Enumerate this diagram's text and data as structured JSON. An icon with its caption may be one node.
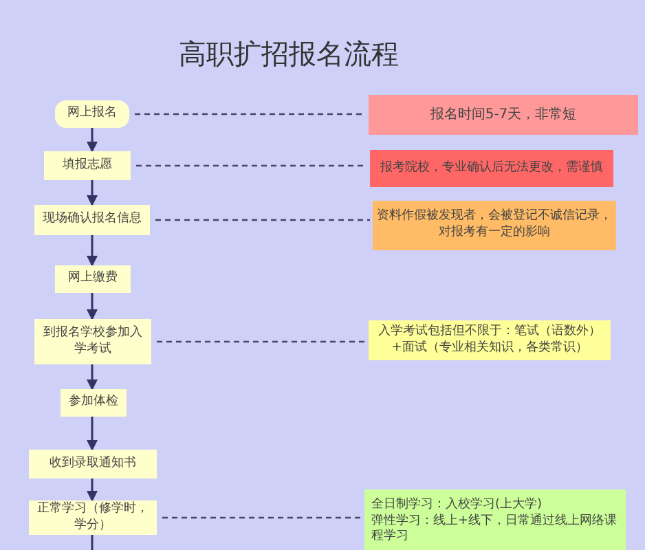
{
  "diagram": {
    "title": "高职扩招报名流程",
    "nodes": [
      {
        "text": [
          "网上报名"
        ]
      },
      {
        "text": [
          "填报志愿"
        ]
      },
      {
        "text": [
          "现场确认报名信息"
        ]
      },
      {
        "text": [
          "网上缴费"
        ]
      },
      {
        "text": [
          "到报名学校参加入学考试"
        ]
      },
      {
        "text": [
          "参加体检"
        ]
      },
      {
        "text": [
          "收到录取通知书"
        ]
      },
      {
        "text": [
          "正常学习（修学时，学分）"
        ]
      },
      {
        "text": [
          "报名时间5-7天，非常短"
        ]
      },
      {
        "text": [
          "报考院校，专业确认后无法更改，需谨慎"
        ]
      },
      {
        "text": [
          "资料作假被发现者，会被登记不诚信记录，对报考有一定的影响"
        ]
      },
      {
        "text": [
          "入学考试包括但不限于：笔试（语数外）+面试（专业相关知识，各类常识）"
        ]
      },
      {
        "text": [
          "全日制学习：入校学习(上大学)",
          "弹性学习：线上+线下，日常通过线上网络课程学习"
        ]
      }
    ],
    "edges": [
      {
        "from": 0,
        "to": 1,
        "arrow": "to"
      },
      {
        "from": 1,
        "to": 2,
        "arrow": "to"
      },
      {
        "from": 2,
        "to": 3,
        "arrow": "to"
      },
      {
        "from": 3,
        "to": 4,
        "arrow": "to"
      },
      {
        "from": 4,
        "to": 5,
        "arrow": "to"
      },
      {
        "from": 5,
        "to": 6,
        "arrow": "to"
      },
      {
        "from": 6,
        "to": 7,
        "arrow": "to"
      },
      {
        "from": 7,
        "to": null,
        "arrow": "none"
      },
      {
        "from": 0,
        "to": 8,
        "arrow": "none",
        "style": "dashed"
      },
      {
        "from": 1,
        "to": 9,
        "arrow": "none",
        "style": "dashed"
      },
      {
        "from": 2,
        "to": 10,
        "arrow": "none",
        "style": "dashed"
      },
      {
        "from": 4,
        "to": 11,
        "arrow": "none",
        "style": "dashed"
      },
      {
        "from": 7,
        "to": 12,
        "arrow": "none",
        "style": "dashed"
      }
    ]
  }
}
